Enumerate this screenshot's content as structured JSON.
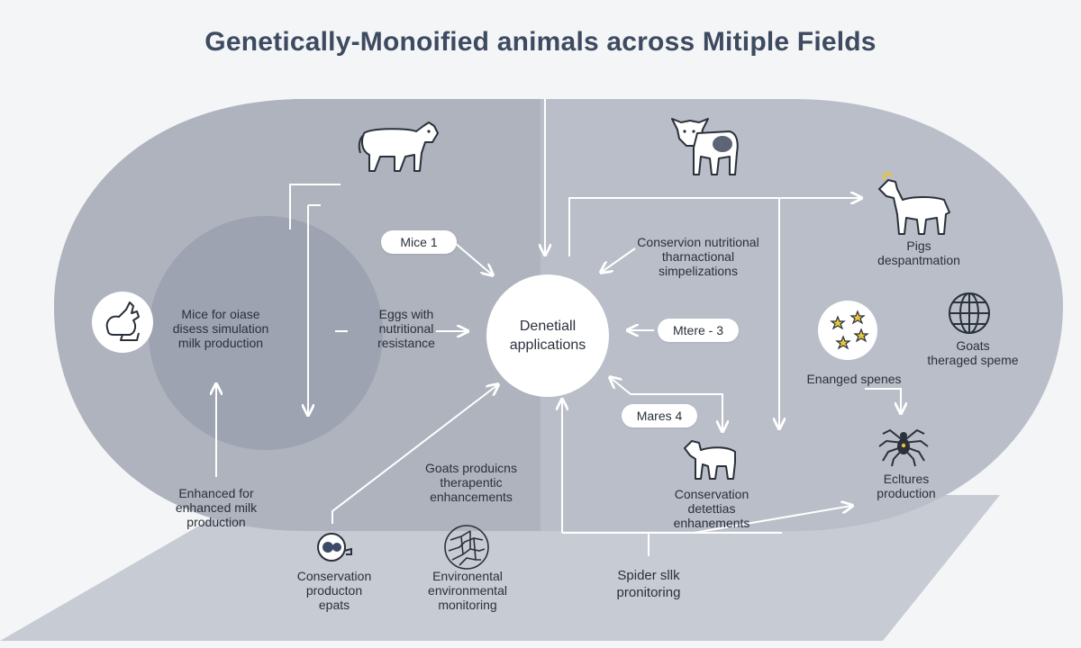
{
  "title": "Genetically-Monoified animals across Mitiple Fields",
  "center": {
    "line1": "Denetiall",
    "line2": "applications"
  },
  "pills": {
    "mice1": "Mice 1",
    "mtere3": "Mtere - 3",
    "mares4": "Mares 4"
  },
  "labels": {
    "mice_disease": [
      "Mice for oiase",
      "disess simulation",
      "milk production"
    ],
    "eggs": [
      "Eggs with",
      "nutritional",
      "resistance"
    ],
    "conservation_top": [
      "Conservion nutritional",
      "tharnactional",
      "simpelizations"
    ],
    "pigs": [
      "Pigs",
      "despantmation"
    ],
    "goats_right": [
      "Goats",
      "theraged speme"
    ],
    "enanged": [
      "Enanged spenes"
    ],
    "enhanced_milk": [
      "Enhanced for",
      "enhanced milk",
      "production"
    ],
    "goats_produ": [
      "Goats produicns",
      "therapentic",
      "enhancements"
    ],
    "conservation_mid": [
      "Conservation",
      "detettias",
      "enhanements"
    ],
    "ecltures": [
      "Ecltures",
      "production"
    ],
    "conservation_prod": [
      "Conservation",
      "producton",
      "epats"
    ],
    "environmental": [
      "Environental",
      "environmental",
      "monitoring"
    ],
    "spider": [
      "Spider sllk",
      "pronitoring"
    ]
  },
  "icons": {
    "cow_left": "cow-icon",
    "cow_right": "cow-icon",
    "goat": "goat-icon",
    "rabbit": "rabbit-icon",
    "stars": "stars-icon",
    "globe": "globe-icon",
    "lamb": "lamb-icon",
    "spider": "spider-icon",
    "mouse": "mouse-icon",
    "web": "web-icon"
  },
  "colors": {
    "panel": "#b9bec8",
    "panel_dark": "#a3a9b5",
    "circle_dark": "#99a0ad",
    "arrow": "#ffffff",
    "title": "#3d4a60"
  }
}
